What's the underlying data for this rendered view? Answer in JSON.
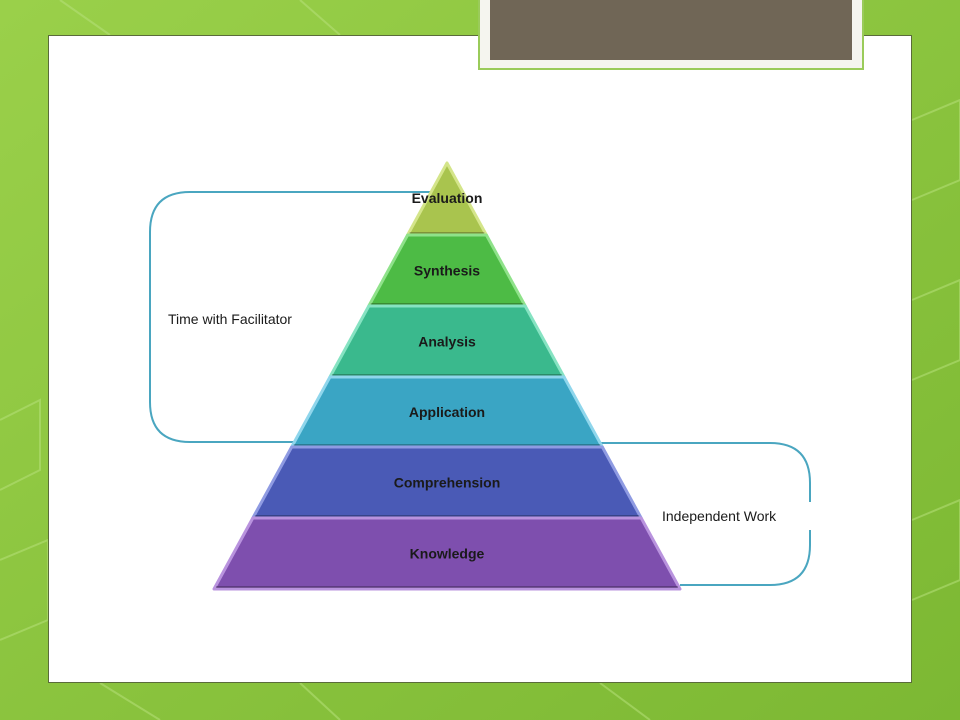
{
  "diagram": {
    "levels": [
      {
        "label": "Evaluation",
        "color": "#a9c44e",
        "edge": "#d4e58a"
      },
      {
        "label": "Synthesis",
        "color": "#4dbb45",
        "edge": "#8fe28a"
      },
      {
        "label": "Analysis",
        "color": "#3ab98d",
        "edge": "#86e3c2"
      },
      {
        "label": "Application",
        "color": "#3aa5c4",
        "edge": "#8fd6ec"
      },
      {
        "label": "Comprehension",
        "color": "#4a5ab6",
        "edge": "#8f9be2"
      },
      {
        "label": "Knowledge",
        "color": "#7e4fae",
        "edge": "#b993de"
      }
    ],
    "left_bracket_label": "Time with Facilitator",
    "right_bracket_label": "Independent Work",
    "bracket_color": "#4aa6c0"
  },
  "colors": {
    "background": "#8cc63f",
    "title_bar": "#706656",
    "panel": "#ffffff"
  }
}
